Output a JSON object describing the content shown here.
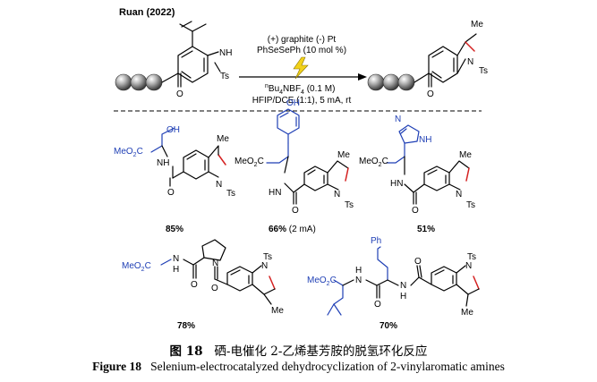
{
  "scheme": {
    "header": "Ruan (2022)",
    "conditions": {
      "line1": "(+) graphite (-) Pt",
      "line2": "PhSeSePh (10 mol %)",
      "electrolyte_sup": "n",
      "electrolyte_main": "Bu",
      "electrolyte_sub4": "4",
      "electrolyte_mid": "NBF",
      "electrolyte_sub4b": "4",
      "electrolyte_tail": " (0.1 M)",
      "line4": "HFIP/DCE (1:1), 5 mA, rt"
    },
    "reactant_labels": {
      "nh": "NH",
      "ts": "Ts",
      "o": "O"
    },
    "product_labels": {
      "me": "Me",
      "n": "N",
      "ts": "Ts",
      "o": "O"
    }
  },
  "examples": [
    {
      "id": "ser",
      "yield": "85%",
      "note": "",
      "blue_labels": [
        "MeO",
        "2",
        "C"
      ],
      "labels": {
        "oh": "OH",
        "nh": "NH",
        "o": "O",
        "me": "Me",
        "n": "N",
        "ts": "Ts"
      }
    },
    {
      "id": "tyr",
      "yield": "66%",
      "note": " (2 mA)",
      "labels": {
        "oh": "OH",
        "meo2c": "MeO",
        "sub2": "2",
        "c": "C",
        "nh": "N",
        "h": "H",
        "o": "O",
        "me": "Me",
        "n": "N",
        "ts": "Ts"
      }
    },
    {
      "id": "his",
      "yield": "51%",
      "note": "",
      "labels": {
        "n": "N",
        "nh": "NH",
        "meo2c": "MeO",
        "sub2": "2",
        "c": "C",
        "amide_n": "N",
        "h": "H",
        "o": "O",
        "me": "Me",
        "ind_n": "N",
        "ts": "Ts"
      }
    },
    {
      "id": "glypro",
      "yield": "78%",
      "note": "",
      "labels": {
        "meo2c": "MeO",
        "sub2": "2",
        "c": "C",
        "n": "N",
        "h": "H",
        "o": "O",
        "pro_n": "N",
        "o2": "O",
        "ind_n": "N",
        "ts": "Ts",
        "me": "Me"
      }
    },
    {
      "id": "leuphe",
      "yield": "70%",
      "note": "",
      "labels": {
        "ph": "Ph",
        "meo2c": "MeO",
        "sub2": "2",
        "c": "C",
        "n1": "N",
        "h1": "H",
        "o1": "O",
        "n2": "N",
        "h2": "H",
        "o2": "O",
        "ind_n": "N",
        "ts": "Ts",
        "me": "Me"
      }
    }
  ],
  "caption": {
    "zh_label": "图 18",
    "zh_text": "硒-电催化 2-乙烯基芳胺的脱氢环化反应",
    "en_label": "Figure 18",
    "en_text": "Selenium-electrocatalyzed dehydrocyclization of 2-vinylaromatic amines"
  },
  "colors": {
    "blue": "#1f3fb5",
    "red": "#d42020",
    "bolt": "#f2d21b"
  }
}
